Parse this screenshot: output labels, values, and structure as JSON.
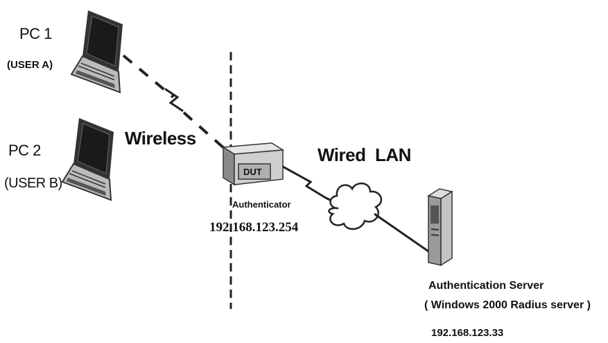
{
  "pc1": {
    "name": "PC 1",
    "user": "(USER A)"
  },
  "pc2": {
    "name": "PC 2",
    "user": "(USER B)"
  },
  "wireless_label": "Wireless",
  "wired_label": "Wired  LAN",
  "dut": {
    "label": "DUT",
    "role": "Authenticator",
    "ip": "192.168.123.254"
  },
  "server": {
    "title": "Authentication Server",
    "subtitle": "( Windows 2000 Radius server )",
    "ip": "192.168.123.33"
  },
  "icons": [
    "laptop-icon",
    "router-icon",
    "cloud-icon",
    "server-tower-icon",
    "wireless-link-icon"
  ],
  "colors": {
    "line": "#222222",
    "device_fill": "#cfcfcf",
    "device_dark": "#555555"
  }
}
